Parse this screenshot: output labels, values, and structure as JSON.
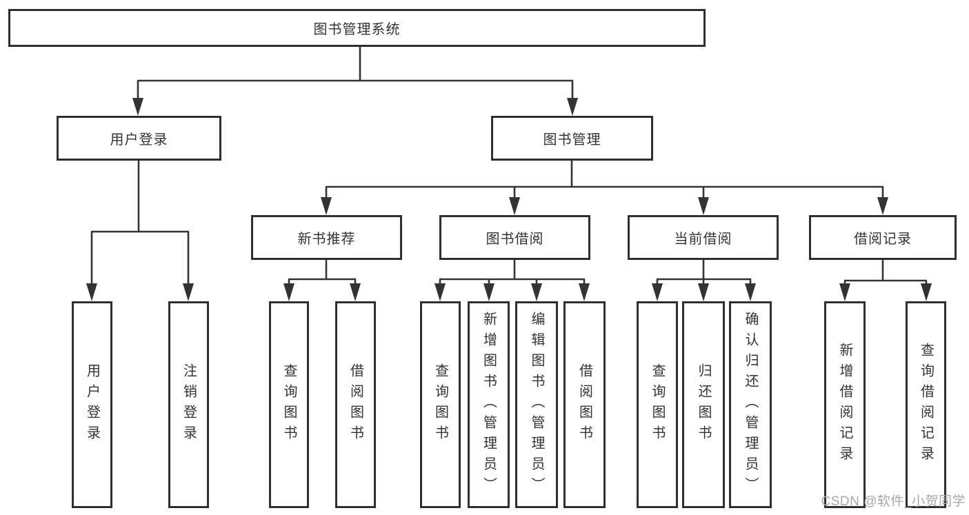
{
  "colors": {
    "line": "#333333",
    "box_border": "#2f2f2f",
    "box_background": "#ffffff",
    "text": "#333333",
    "watermark": "#a8a8a8"
  },
  "diagram": {
    "type": "hierarchy-tree",
    "root": {
      "label": "图书管理系统"
    },
    "level2": [
      {
        "label": "用户登录",
        "parent": "图书管理系统"
      },
      {
        "label": "图书管理",
        "parent": "图书管理系统"
      }
    ],
    "level3": [
      {
        "label": "新书推荐",
        "parent": "图书管理"
      },
      {
        "label": "图书借阅",
        "parent": "图书管理"
      },
      {
        "label": "当前借阅",
        "parent": "图书管理"
      },
      {
        "label": "借阅记录",
        "parent": "图书管理"
      }
    ],
    "leaves": [
      {
        "label": "用户登录",
        "parent": "用户登录"
      },
      {
        "label": "注销登录",
        "parent": "用户登录"
      },
      {
        "label": "查询图书",
        "parent": "新书推荐"
      },
      {
        "label": "借阅图书",
        "parent": "新书推荐"
      },
      {
        "label": "查询图书",
        "parent": "图书借阅"
      },
      {
        "label": "新增图书（管理员）",
        "parent": "图书借阅"
      },
      {
        "label": "编辑图书（管理员）",
        "parent": "图书借阅"
      },
      {
        "label": "借阅图书",
        "parent": "图书借阅"
      },
      {
        "label": "查询图书",
        "parent": "当前借阅"
      },
      {
        "label": "归还图书",
        "parent": "当前借阅"
      },
      {
        "label": "确认归还（管理员）",
        "parent": "当前借阅"
      },
      {
        "label": "新增借阅记录",
        "parent": "借阅记录"
      },
      {
        "label": "查询借阅记录",
        "parent": "借阅记录"
      }
    ]
  },
  "watermark": {
    "text": "CSDN @软件_小贺同学"
  }
}
